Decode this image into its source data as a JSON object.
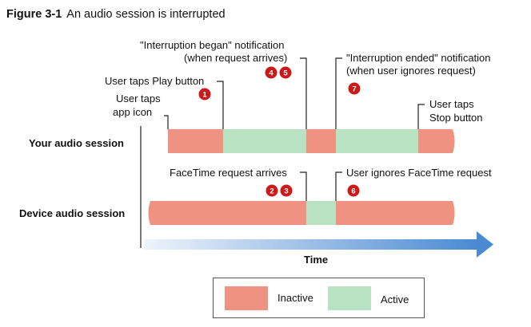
{
  "figure": {
    "label": "Figure 3-1",
    "title": "An audio session is interrupted"
  },
  "colors": {
    "inactive": "#ef9282",
    "active": "#b9e2c2",
    "badge": "#cc1a1a",
    "arrow_start": "#eef4fb",
    "arrow_end": "#4a8ad2"
  },
  "rows": [
    {
      "label": "Your audio session",
      "segments": [
        {
          "state": "inactive",
          "from": "User taps app icon",
          "to": "User taps Play button"
        },
        {
          "state": "active",
          "from": "User taps Play button",
          "to": "Interruption began notification"
        },
        {
          "state": "inactive",
          "from": "Interruption began notification",
          "to": "Interruption ended notification"
        },
        {
          "state": "active",
          "from": "Interruption ended notification",
          "to": "User taps Stop button"
        },
        {
          "state": "inactive",
          "from": "User taps Stop button",
          "to": "end"
        }
      ]
    },
    {
      "label": "Device audio session",
      "segments": [
        {
          "state": "inactive",
          "from": "start",
          "to": "FaceTime request arrives"
        },
        {
          "state": "active",
          "from": "FaceTime request arrives",
          "to": "User ignores FaceTime request"
        },
        {
          "state": "inactive",
          "from": "User ignores FaceTime request",
          "to": "end"
        }
      ]
    }
  ],
  "annotations": {
    "app_icon": [
      "User taps",
      "app icon"
    ],
    "play": [
      "User taps Play button"
    ],
    "began": [
      "\"Interruption began\" notification",
      "(when request arrives)"
    ],
    "ended": [
      "\"Interruption ended\" notification",
      "(when user ignores request)"
    ],
    "stop": [
      "User taps",
      "Stop button"
    ],
    "facetime": [
      "FaceTime request arrives"
    ],
    "ignores": [
      "User ignores FaceTime request"
    ]
  },
  "badges": [
    "1",
    "2",
    "3",
    "4",
    "5",
    "6",
    "7"
  ],
  "axis": {
    "label": "Time"
  },
  "legend": {
    "inactive": "Inactive",
    "active": "Active"
  }
}
